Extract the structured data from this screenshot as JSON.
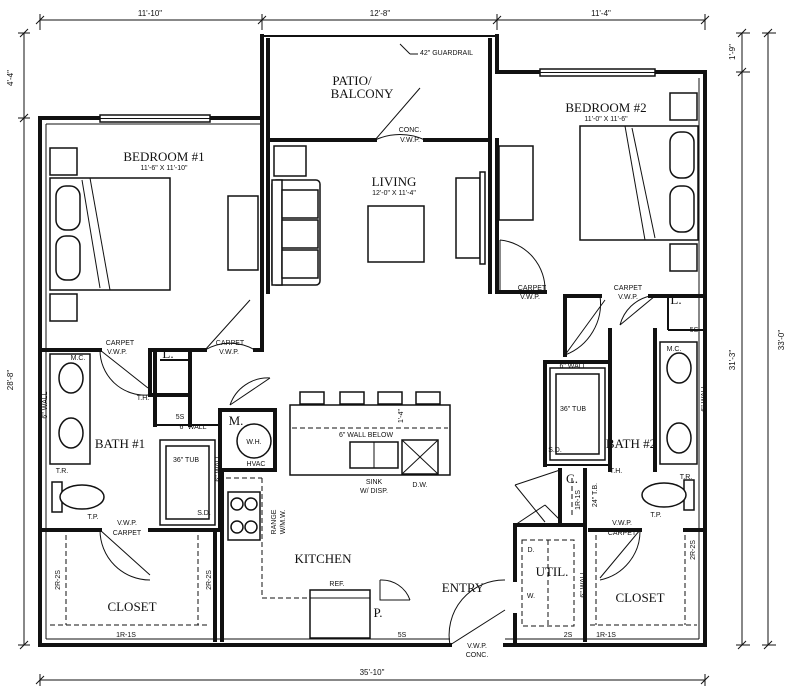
{
  "dimensions": {
    "top_left": "11'-10\"",
    "top_middle": "12'-8\"",
    "top_right": "11'-4\"",
    "left_top": "4'-4\"",
    "left_side": "28'-8\"",
    "right_top": "1'-9\"",
    "right_inner": "31'-3\"",
    "right_outer": "33'-0\"",
    "bottom": "35'-10\""
  },
  "rooms": {
    "patio": {
      "line1": "PATIO/",
      "line2": "BALCONY",
      "note1": "CONC.",
      "note2": "V.W.P.",
      "guardrail": "42\" GUARDRAIL"
    },
    "bedroom1": {
      "name": "BEDROOM #1",
      "size": "11'-6\" X 11'-10\""
    },
    "bedroom2": {
      "name": "BEDROOM #2",
      "size": "11'-0\" X 11'-6\""
    },
    "living": {
      "name": "LIVING",
      "size": "12'-0\" X 11'-4\""
    },
    "bath1": {
      "name": "BATH #1"
    },
    "bath2": {
      "name": "BATH #2"
    },
    "kitchen": {
      "name": "KITCHEN"
    },
    "closet1": {
      "name": "CLOSET"
    },
    "closet2": {
      "name": "CLOSET"
    },
    "entry": {
      "name": "ENTRY"
    },
    "util": {
      "name": "UTIL."
    }
  },
  "labels": {
    "carpet": "CARPET",
    "vwp": "V.W.P.",
    "wall6": "6\" WALL",
    "wall6_below": "6\" WALL BELOW",
    "tub36": "36\" TUB",
    "linen": "L.",
    "five_s": "5S",
    "mc": "M.C.",
    "th": "T.H.",
    "tr": "T.R.",
    "tp": "T.P.",
    "sd": "S.D.",
    "mech": "M.",
    "wh": "W.H.",
    "hvac": "HVAC",
    "sink": "SINK",
    "disp": "W/ DISP.",
    "dw": "D.W.",
    "range": "RANGE",
    "mw": "W/M.W.",
    "ref": "REF.",
    "pantry": "P.",
    "two_s": "2S",
    "shelf_2r2s": "2R-2S",
    "shelf_1r1s": "1R-1S",
    "shelf_1r1s_v": "1R-1S",
    "c": "C.",
    "tb24": "24\" T.B.",
    "d": "D.",
    "w": "W.",
    "entry_vwp": "V.W.P.",
    "entry_conc": "CONC.",
    "counter_h": "1'-4\""
  }
}
